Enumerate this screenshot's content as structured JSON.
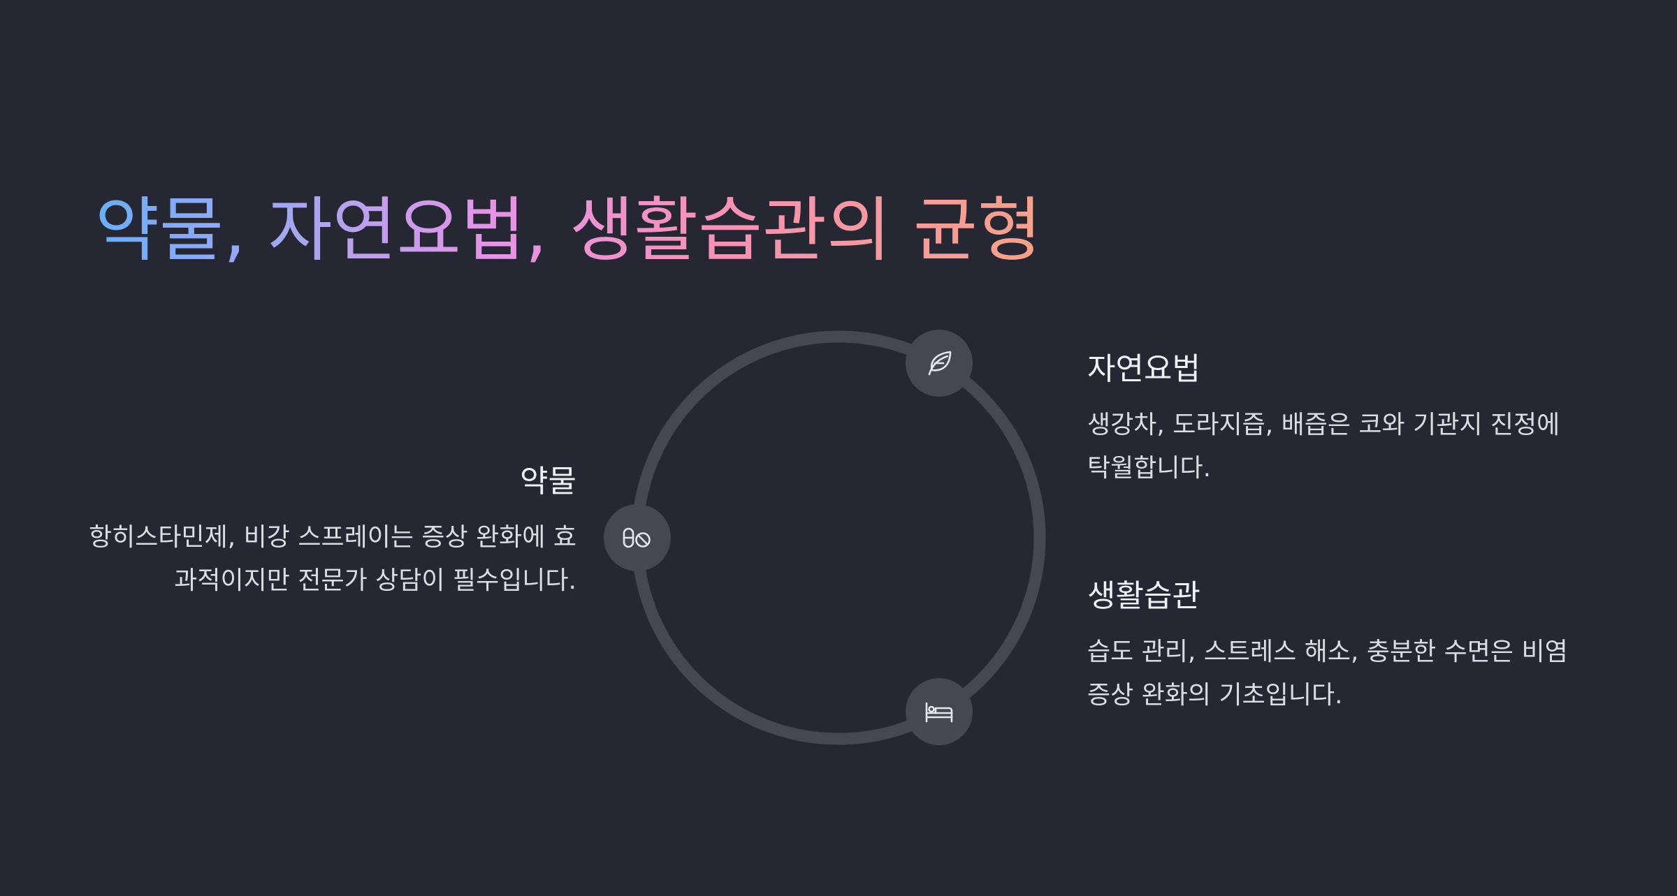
{
  "title": "약물, 자연요법, 생활습관의 균형",
  "colors": {
    "background": "#252733",
    "ring": "#454753",
    "title_gradient": [
      "#6aaefc",
      "#a9a6f0",
      "#e693e8",
      "#f791b6",
      "#f8a187"
    ]
  },
  "items": {
    "nature": {
      "icon": "leaf-icon",
      "heading": "자연요법",
      "description": "생강차, 도라지즙, 배즙은 코와 기관지 진정에 탁월합니다."
    },
    "medicine": {
      "icon": "pills-icon",
      "heading": "약물",
      "description": "항히스타민제, 비강 스프레이는 증상 완화에 효과적이지만 전문가 상담이 필수입니다."
    },
    "lifestyle": {
      "icon": "bed-icon",
      "heading": "생활습관",
      "description": "습도 관리, 스트레스 해소, 충분한 수면은 비염 증상 완화의 기초입니다."
    }
  }
}
